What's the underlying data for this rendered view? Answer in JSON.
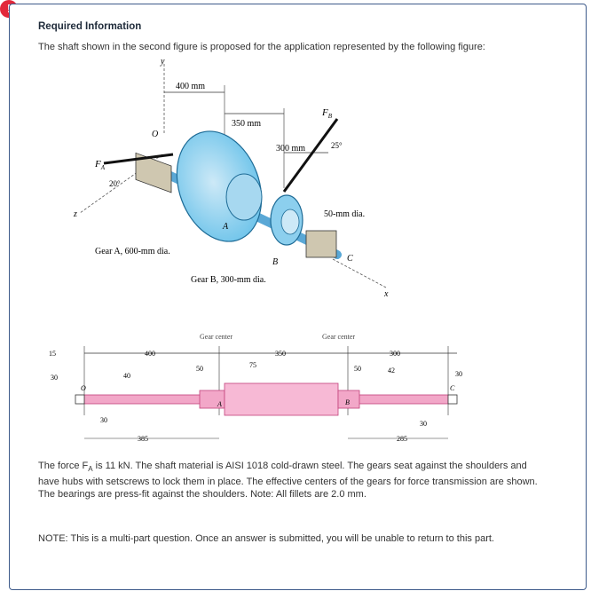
{
  "alert": {
    "icon": "exclamation-icon",
    "glyph": "!"
  },
  "card": {
    "heading": "Required Information",
    "intro": "The shaft shown in the second figure is proposed for the application represented by the following figure:",
    "paragraph2": {
      "prefix": "The force F",
      "sub": "A",
      "suffix": " is 11 kN. The shaft material is AISI 1018 cold-drawn steel. The gears seat against the shoulders and have hubs with setscrews to lock them in place. The effective centers of the gears for force transmission are shown. The bearings are press-fit against the shoulders. Note: All fillets are 2.0 mm."
    },
    "note": "NOTE: This is a multi-part question. Once an answer is submitted, you will be unable to return to this part."
  },
  "figure1": {
    "labels": {
      "y": "y",
      "z": "z",
      "x": "x",
      "o": "O",
      "a": "A",
      "b": "B",
      "c": "C",
      "dim_400": "400 mm",
      "dim_350": "350 mm",
      "dim_300": "300 mm",
      "angle_20": "20°",
      "angle_25": "25°",
      "fa": "F",
      "fa_sub": "A",
      "fb": "F",
      "fb_sub": "B",
      "gear_a": "Gear A, 600-mm dia.",
      "gear_b": "Gear B, 300-mm dia.",
      "dia_50": "50-mm dia."
    }
  },
  "figure2": {
    "labels": {
      "gear_center_1": "Gear center",
      "gear_center_2": "Gear center",
      "d15": "15",
      "d400": "400",
      "d350": "350",
      "d300": "300",
      "d30a": "30",
      "d40": "40",
      "d50a": "50",
      "d75": "75",
      "d50b": "50",
      "d42": "42",
      "d30b": "30",
      "d30c": "30",
      "d385": "385",
      "d285": "285",
      "d30d": "30",
      "o": "O",
      "a": "A",
      "b": "B",
      "c": "C"
    }
  }
}
